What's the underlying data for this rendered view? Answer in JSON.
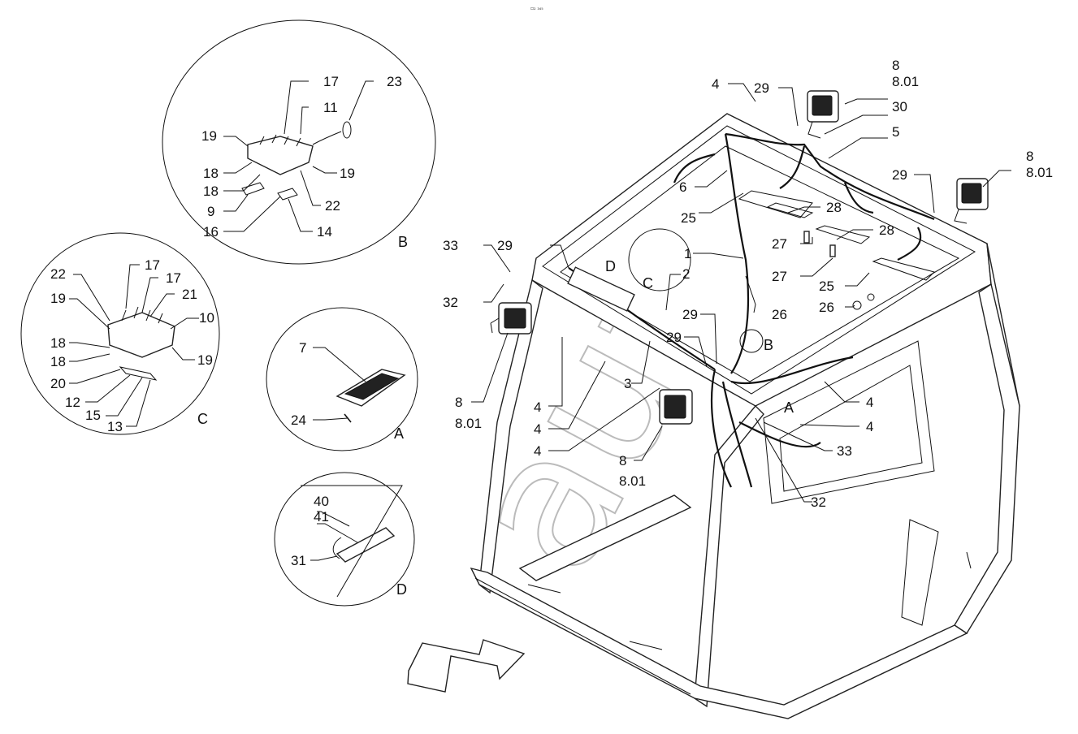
{
  "header_mark": "▫₂ ₃₄₅",
  "watermark": "auto",
  "detail_letters": {
    "A": "A",
    "B": "B",
    "C": "C",
    "D": "D"
  },
  "callouts": {
    "n1": "1",
    "n2": "2",
    "n3": "3",
    "n4": "4",
    "n5": "5",
    "n6": "6",
    "n7": "7",
    "n8": "8",
    "n801": "8.01",
    "n9": "9",
    "n10": "10",
    "n11": "11",
    "n12": "12",
    "n13": "13",
    "n14": "14",
    "n15": "15",
    "n16": "16",
    "n17": "17",
    "n18": "18",
    "n19": "19",
    "n20": "20",
    "n21": "21",
    "n22": "22",
    "n23": "23",
    "n24": "24",
    "n25": "25",
    "n26": "26",
    "n27": "27",
    "n28": "28",
    "n29": "29",
    "n30": "30",
    "n31": "31",
    "n32": "32",
    "n33": "33",
    "n40": "40",
    "n41": "41"
  }
}
